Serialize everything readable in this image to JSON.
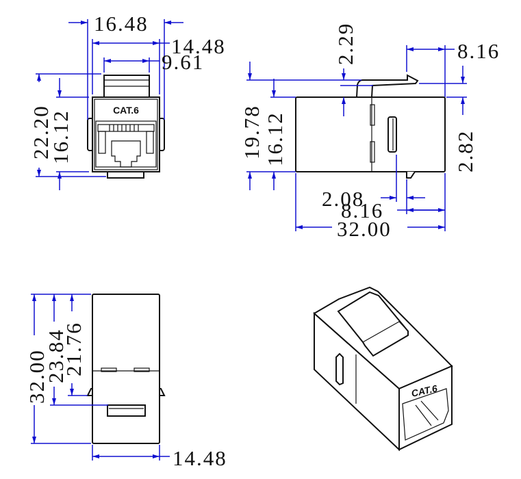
{
  "front_view": {
    "label": "CAT.6",
    "dims": {
      "overall_width": "16.48",
      "body_width": "14.48",
      "latch_width": "9.61",
      "overall_height": "22.20",
      "body_height": "16.12"
    }
  },
  "side_view": {
    "dims": {
      "overall_height": "19.78",
      "body_height": "16.12",
      "latch_height": "2.29",
      "latch_length": "8.16",
      "latch_offset": "2.82",
      "slot_width": "2.08",
      "slot_offset": "8.16",
      "overall_length": "32.00"
    }
  },
  "bottom_view": {
    "dims": {
      "overall_length": "32.00",
      "slot_position": "23.84",
      "tab_position": "21.76",
      "width": "14.48"
    }
  },
  "iso_view": {
    "label": "CAT.6"
  },
  "colors": {
    "dimension": "#1010d0",
    "outline": "#111111"
  }
}
